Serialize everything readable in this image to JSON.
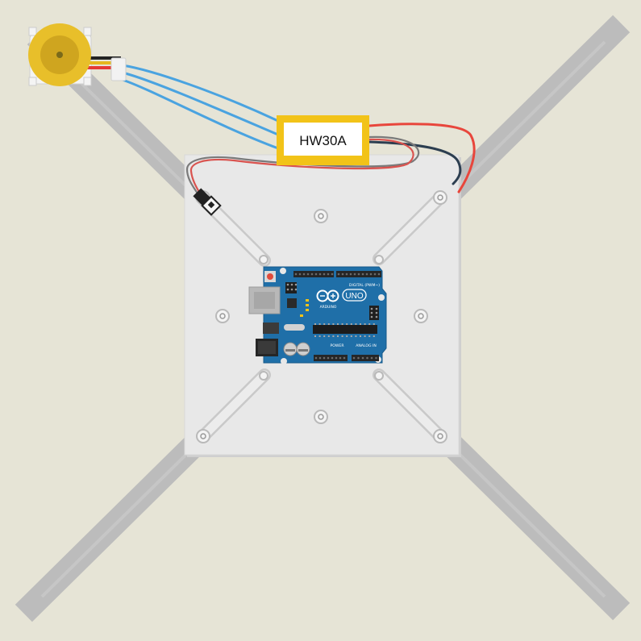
{
  "colors": {
    "background": "#e6e4d6",
    "arm": "#bcbcbc",
    "plate": "#e8e8e8",
    "motor": "#e8bf2a",
    "esc": "#f2c318",
    "wire_blue": "#4aa3e0",
    "wire_red": "#e8463c",
    "wire_black": "#2c3e50",
    "board": "#1f6fa8"
  },
  "esc": {
    "label": "HW30A"
  },
  "arduino": {
    "logo_text": "ARDUINO",
    "model": "UNO",
    "top_header_label": "DIGITAL (PWM~)",
    "power_label": "POWER",
    "analog_label": "ANALOG IN"
  }
}
